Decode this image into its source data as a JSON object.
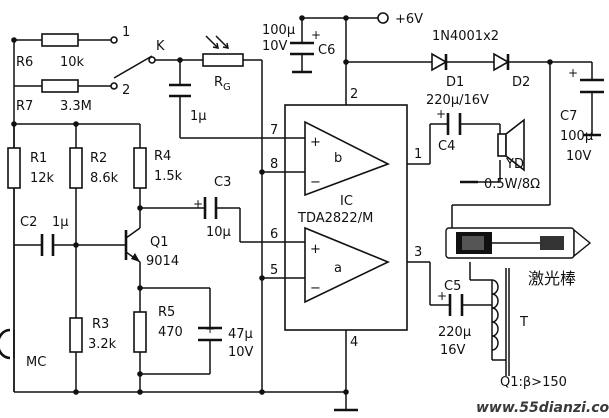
{
  "supply": {
    "label": "+6V"
  },
  "components": {
    "R6": {
      "ref": "R6",
      "value": "10k"
    },
    "R7": {
      "ref": "R7",
      "value": "3.3M"
    },
    "K": {
      "ref": "K",
      "pos1": "1",
      "pos2": "2"
    },
    "RG": {
      "ref": "R",
      "sub": "G"
    },
    "C_1u_top": {
      "value": "1μ"
    },
    "C6": {
      "ref": "C6",
      "value1": "100μ",
      "value2": "10V"
    },
    "R1": {
      "ref": "R1",
      "value": "12k"
    },
    "R2": {
      "ref": "R2",
      "value": "8.6k"
    },
    "R4": {
      "ref": "R4",
      "value": "1.5k"
    },
    "C2": {
      "ref": "C2",
      "value": "1μ"
    },
    "Q1": {
      "ref": "Q1",
      "part": "9014"
    },
    "C3": {
      "ref": "C3",
      "value": "10μ"
    },
    "R3": {
      "ref": "R3",
      "value": "3.2k"
    },
    "R5": {
      "ref": "R5",
      "value": "470"
    },
    "C_47u": {
      "value1": "47μ",
      "value2": "10V"
    },
    "MC": {
      "ref": "MC"
    },
    "IC": {
      "ref": "IC",
      "part": "TDA2822/M",
      "amp_b": "b",
      "amp_a": "a",
      "pins": [
        "2",
        "7",
        "8",
        "1",
        "6",
        "5",
        "3",
        "4"
      ]
    },
    "C4": {
      "ref": "C4",
      "value": "220μ/16V"
    },
    "YD": {
      "ref": "YD",
      "spec": "0.5W/8Ω"
    },
    "D": {
      "part": "1N4001x2",
      "d1": "D1",
      "d2": "D2"
    },
    "C7": {
      "ref": "C7",
      "value1": "100μ",
      "value2": "10V"
    },
    "C5": {
      "ref": "C5",
      "value1": "220μ",
      "value2": "16V"
    },
    "T": {
      "ref": "T"
    },
    "laser": {
      "label": "激光棒"
    }
  },
  "note": "Q1:β>150",
  "watermark": "www.55dianzi.com"
}
